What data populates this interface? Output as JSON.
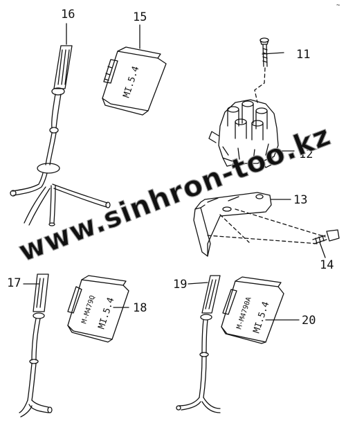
{
  "corner_mark": "~",
  "watermark": "www.sinhron-too.kz",
  "callouts": {
    "n11": "11",
    "n12": "12",
    "n13": "13",
    "n14": "14",
    "n15": "15",
    "n16": "16",
    "n17": "17",
    "n18": "18",
    "n19": "19",
    "n20": "20"
  },
  "modules": {
    "m15": {
      "line1": "MI.5.4"
    },
    "m18": {
      "line1": "MI.5.4",
      "line2": "M-M479Q"
    },
    "m20": {
      "line1": "MI.5.4",
      "line2": "M-M4790A"
    }
  },
  "colors": {
    "line": "#111111",
    "watermark": "#9a9a9a",
    "background": "#ffffff"
  }
}
